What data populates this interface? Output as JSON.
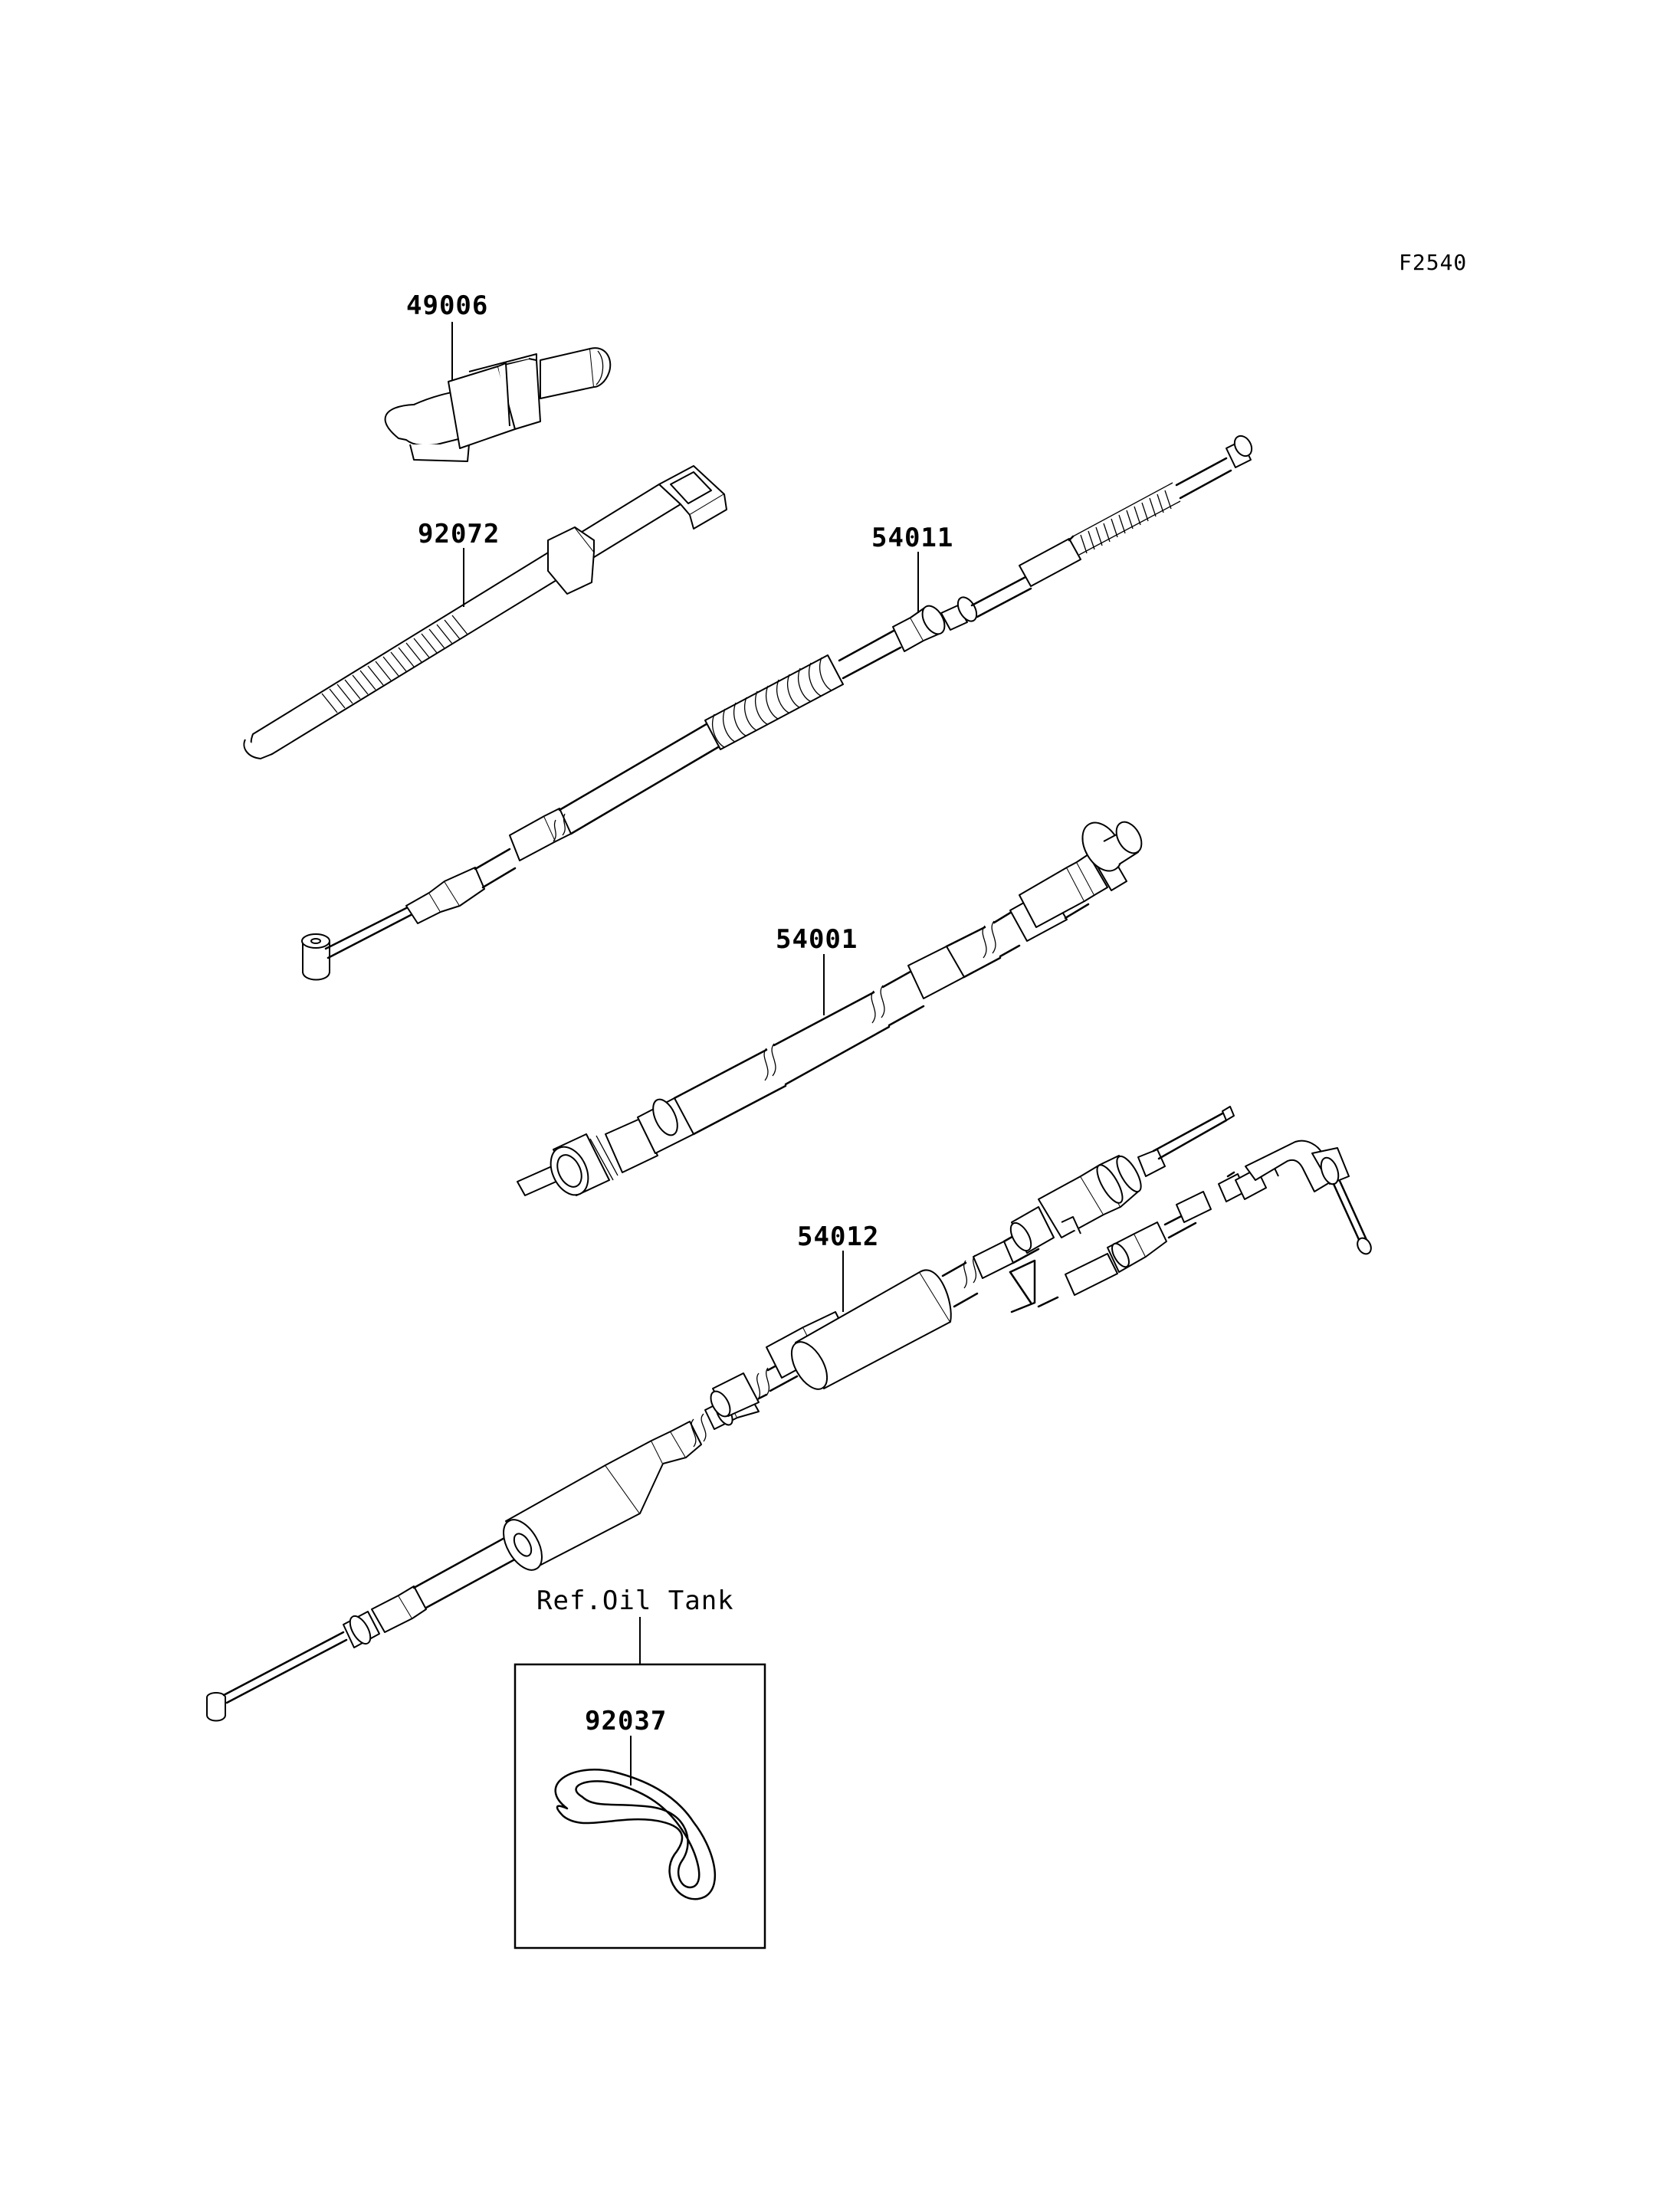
{
  "figure_id": "F2540",
  "parts": [
    {
      "id": "clamp",
      "label": "49006"
    },
    {
      "id": "band",
      "label": "92072"
    },
    {
      "id": "clutch_cable",
      "label": "54011"
    },
    {
      "id": "speedo_cable",
      "label": "54001"
    },
    {
      "id": "throttle_cable",
      "label": "54012"
    },
    {
      "id": "hose_clamp",
      "label": "92037"
    }
  ],
  "reference_note": "Ref.Oil Tank"
}
